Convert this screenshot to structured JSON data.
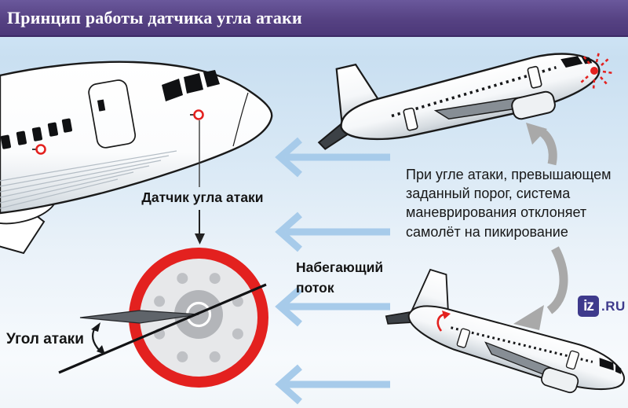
{
  "header": {
    "title": "Принцип работы датчика угла атаки"
  },
  "nose_diagram": {
    "sensor_label": "Датчик угла атаки"
  },
  "sensor_diagram": {
    "angle_label": "Угол атаки",
    "airflow_label_line1": "Набегающий",
    "airflow_label_line2": "поток"
  },
  "description": {
    "lines": [
      "При угле атаки, превышающем",
      "заданный порог, система",
      "маневрирования отклоняет",
      "самолёт на пикирование"
    ]
  },
  "logo": {
    "mark": "iz",
    "suffix": ".RU"
  },
  "colors": {
    "header_purple": "#564283",
    "accent_red": "#e3211f",
    "airflow_arrow_blue": "#a7cbea",
    "maneuver_arrow_gray": "#a9a9a9",
    "logo_purple": "#3e3a8c",
    "background_blue": "#cfe6f7"
  }
}
